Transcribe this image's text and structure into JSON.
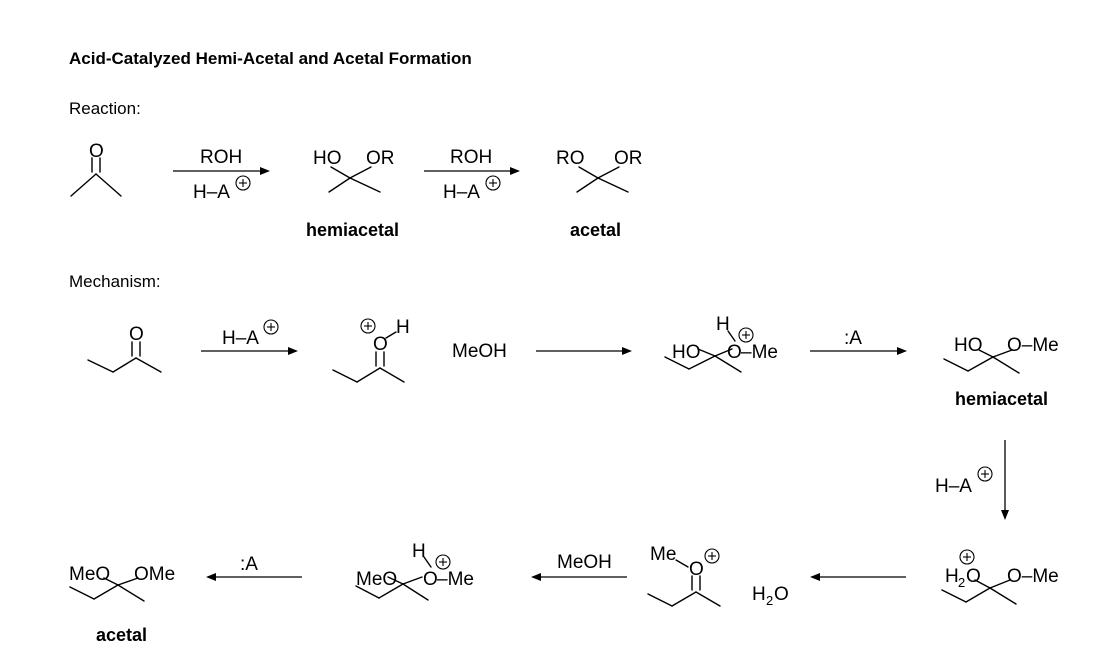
{
  "title": "Acid-Catalyzed Hemi-Acetal and Acetal Formation",
  "sections": {
    "reaction": "Reaction:",
    "mechanism": "Mechanism:"
  },
  "labels": {
    "hemiacetal": "hemiacetal",
    "acetal": "acetal"
  },
  "reagents": {
    "roh": "ROH",
    "ha": "H–A",
    "meoh": "MeOH",
    "base": ":A",
    "water_h": "H",
    "water_sub": "2",
    "water_o": "O"
  },
  "atoms": {
    "O": "O",
    "H": "H",
    "HO": "HO",
    "OR": "OR",
    "RO": "RO",
    "OMe": "O–Me",
    "O_Me_suffix": "–Me",
    "MeO": "MeO",
    "OMe2": "OMe",
    "Me": "Me",
    "H2": "H",
    "sub2": "2"
  },
  "colors": {
    "ink": "#000000",
    "background": "#ffffff"
  }
}
